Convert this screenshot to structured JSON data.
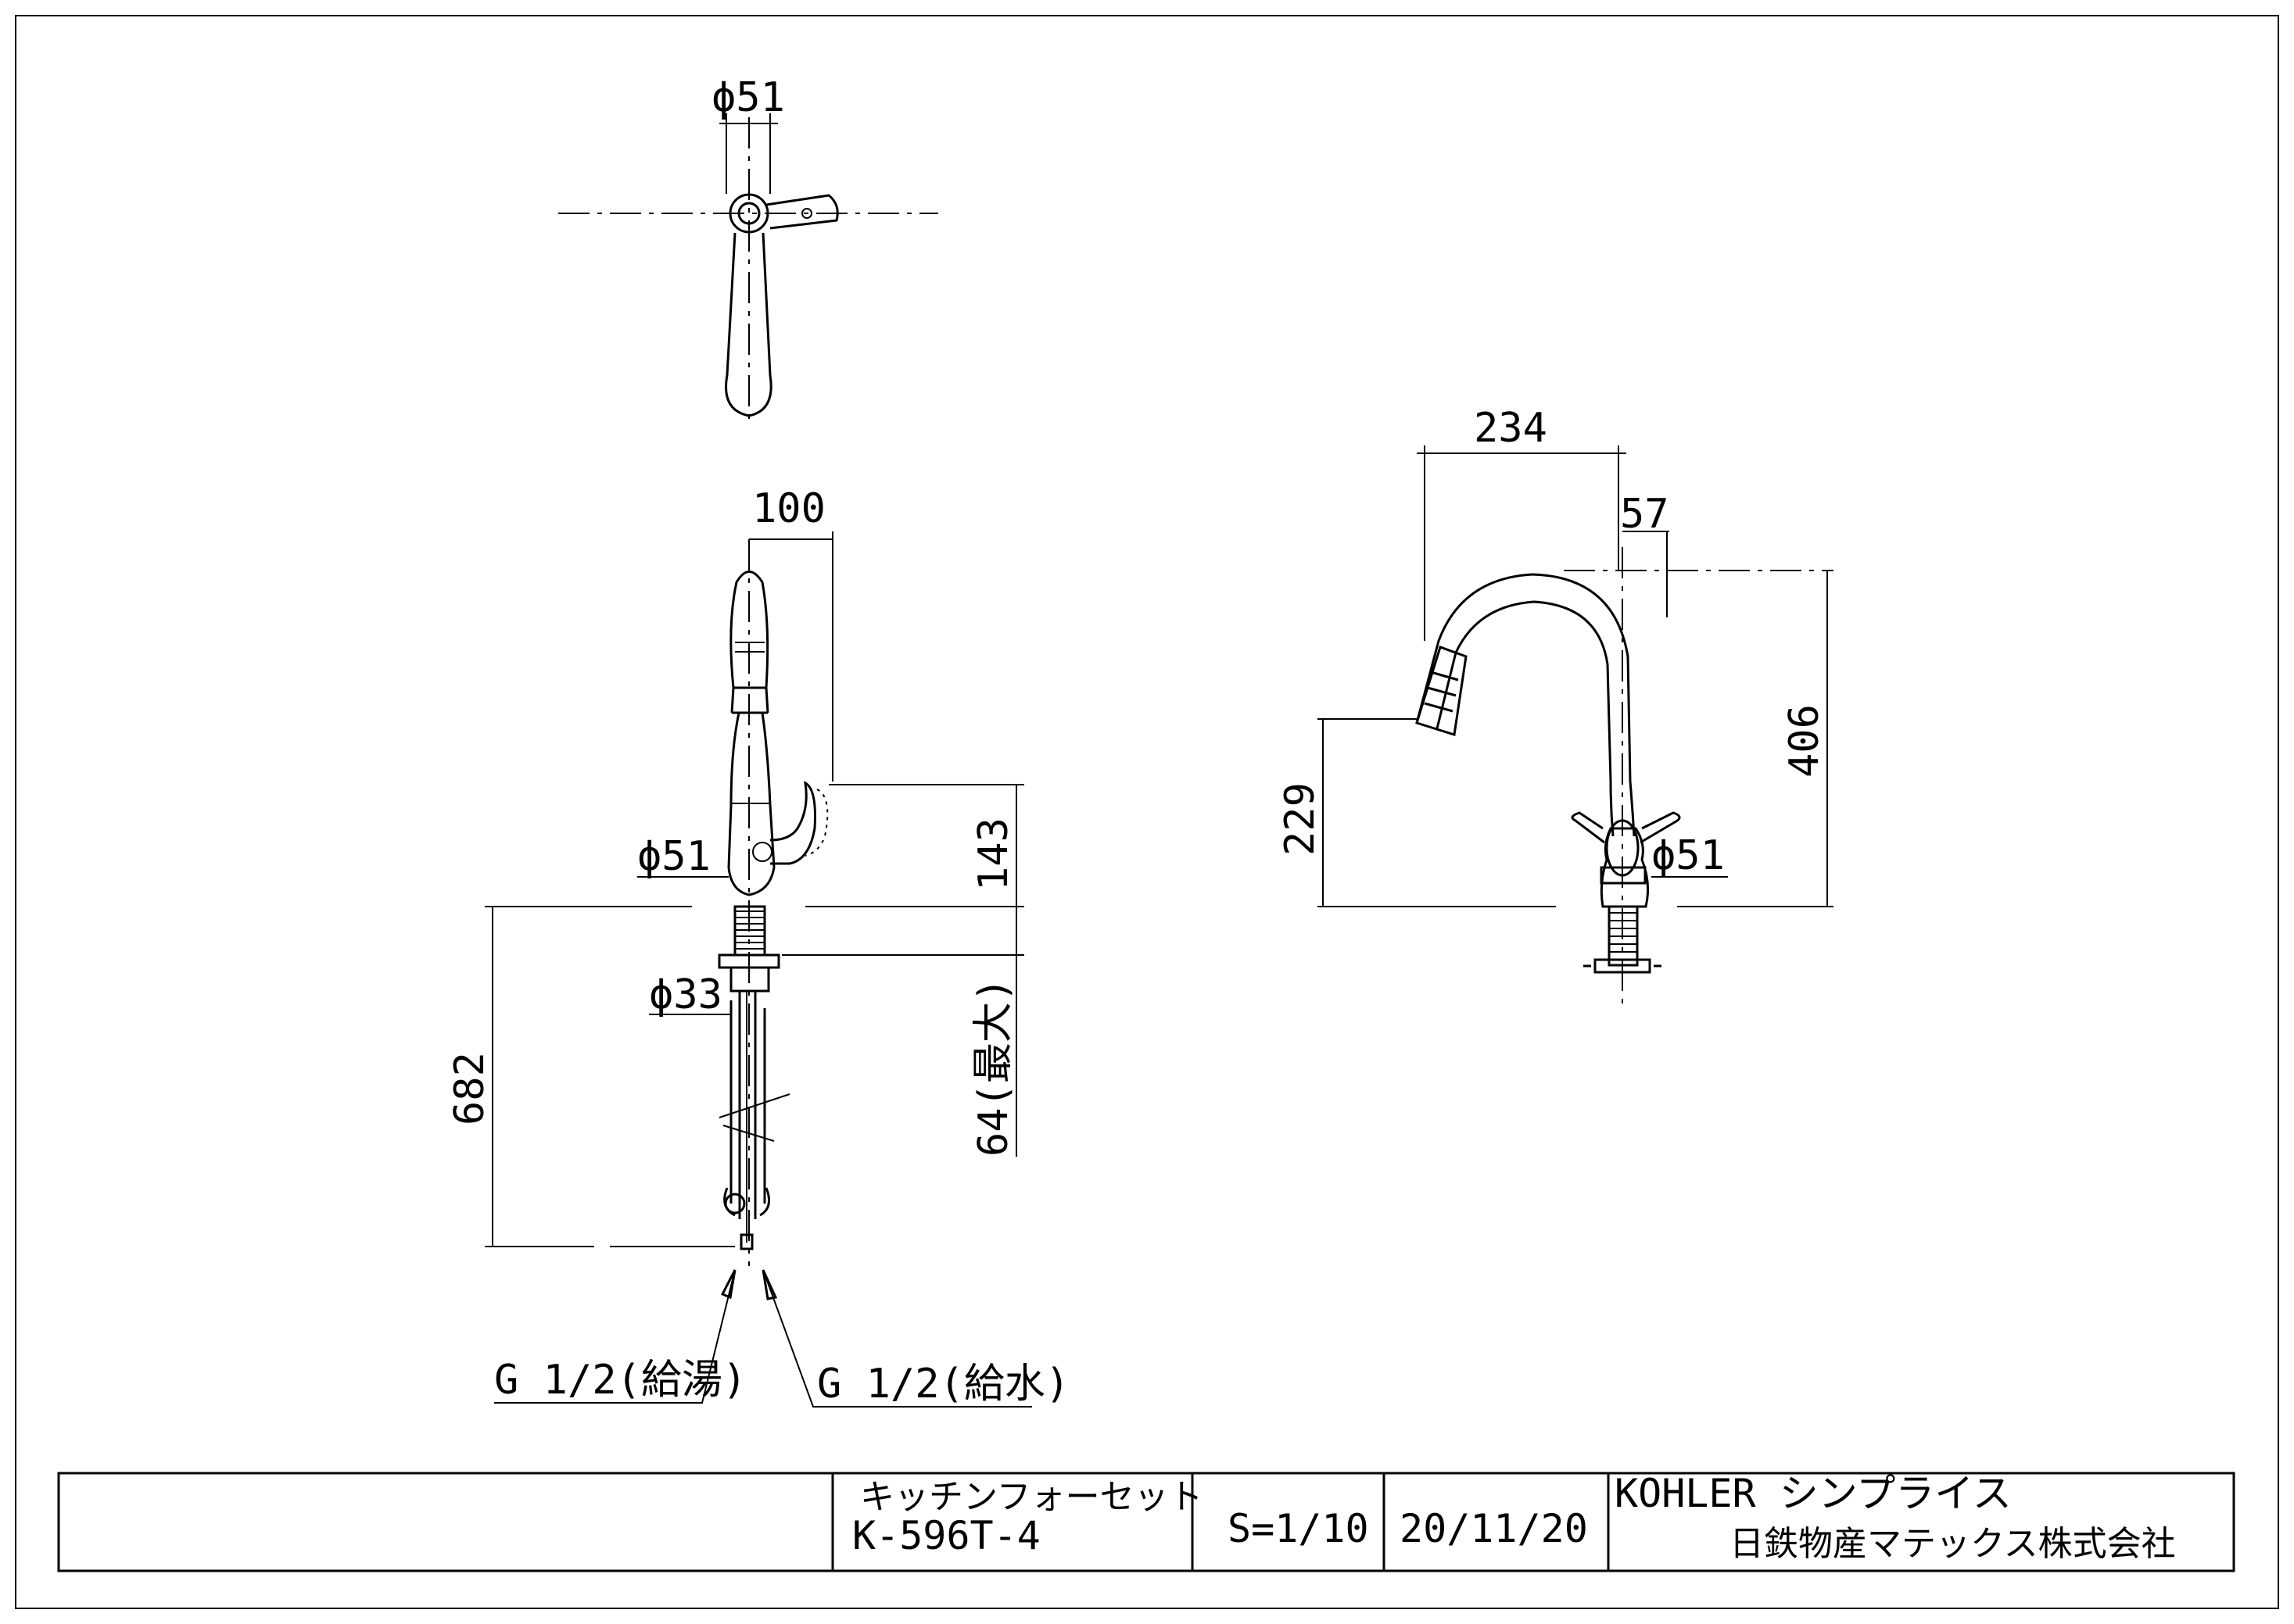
{
  "dimensions": {
    "top_dia": "ϕ51",
    "spout_reach_offset": "100",
    "body_dia_front": "ϕ51",
    "shank_dia": "ϕ33",
    "overall_length": "682",
    "height_143": "143",
    "thickness_max": "64(最大)",
    "reach": "234",
    "offset_57": "57",
    "spout_height": "406",
    "spout_clear_height": "229",
    "body_dia_side": "ϕ51"
  },
  "connections": {
    "hot": "G 1/2(給湯)",
    "cold": "G 1/2(給水)"
  },
  "title_block": {
    "product_name": "キッチンフォーセット",
    "model": "K-596T-4",
    "scale": "S=1/10",
    "date": "20/11/20",
    "brand": "KOHLER シンプライス",
    "company": "日鉄物産マテックス株式会社"
  }
}
